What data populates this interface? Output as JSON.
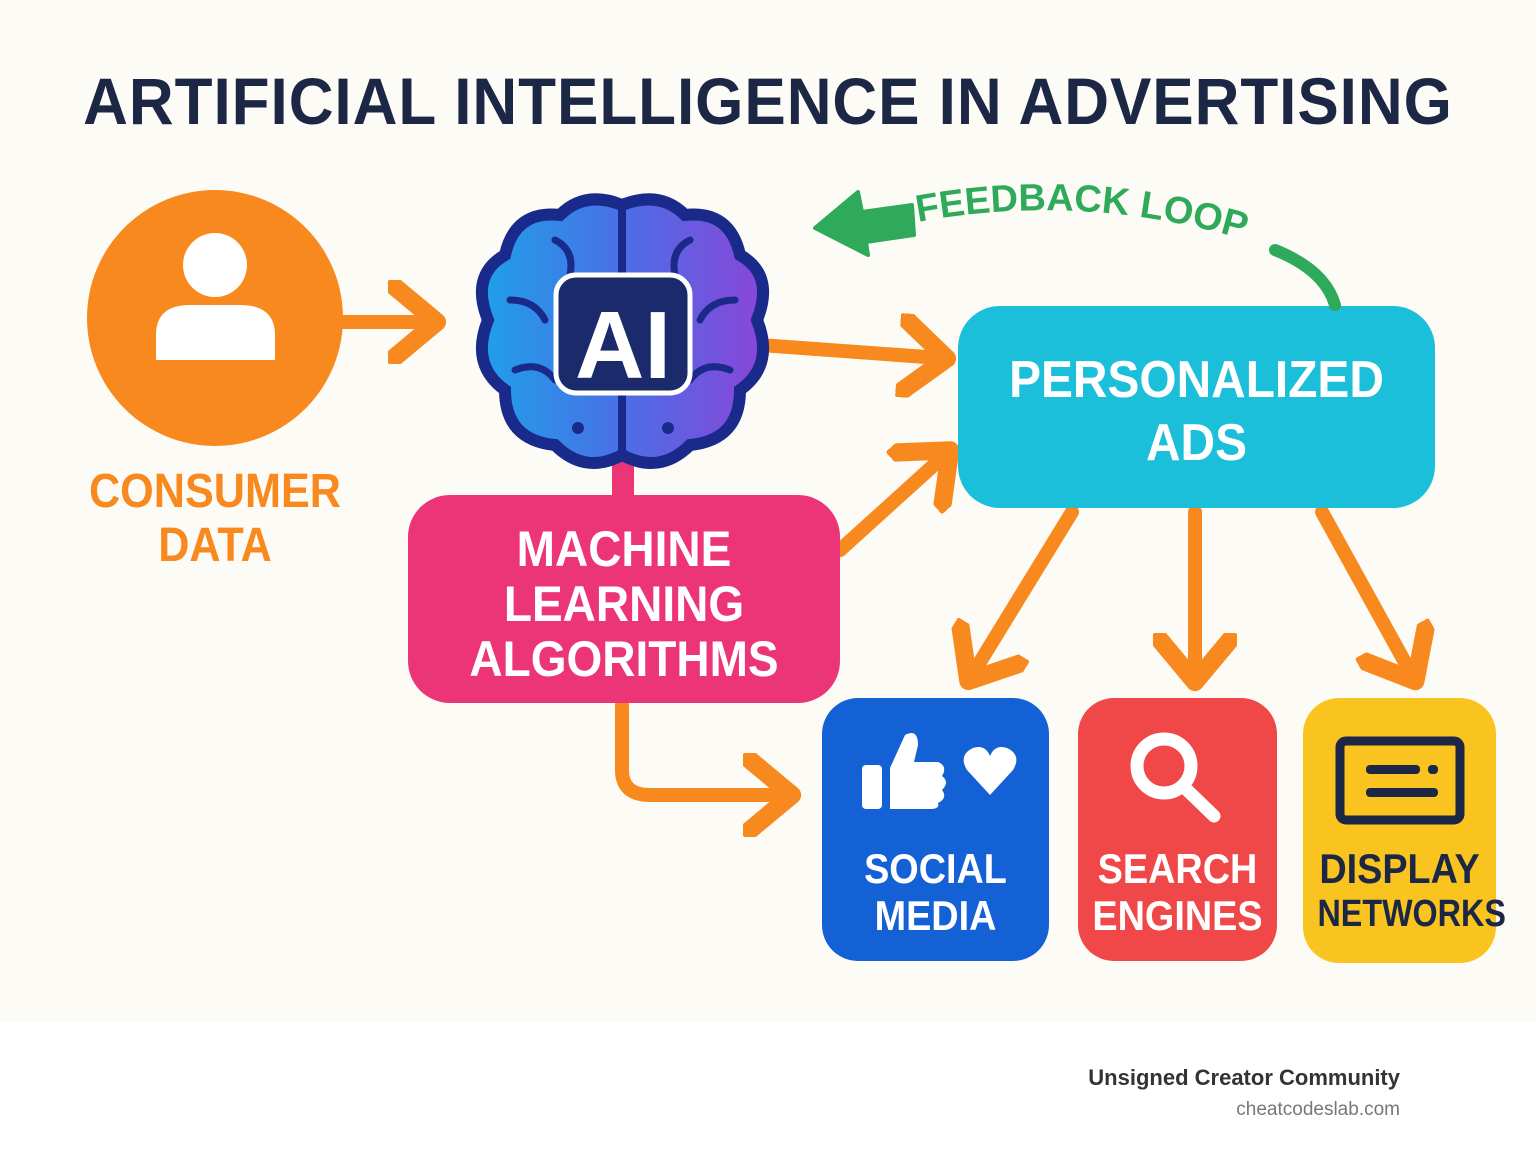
{
  "title": "ARTIFICIAL INTELLIGENCE IN ADVERTISING",
  "nodes": {
    "consumer_data": {
      "lines": [
        "CONSUMER",
        "DATA"
      ],
      "icon": "person-icon",
      "color": "#f7891f"
    },
    "ai_brain": {
      "label": "AI",
      "icon": "brain-icon"
    },
    "machine_learning": {
      "lines": [
        "MACHINE",
        "LEARNING",
        "ALGORITHMS"
      ],
      "color": "#ec3577"
    },
    "personalized_ads": {
      "lines": [
        "PERSONALIZED",
        "ADS"
      ],
      "color": "#1bbfd9"
    },
    "feedback_loop": {
      "label": "FEEDBACK LOOP",
      "color": "#2faa5a"
    },
    "social_media": {
      "lines": [
        "SOCIAL",
        "MEDIA"
      ],
      "icons": [
        "thumbs-up-icon",
        "heart-icon"
      ],
      "color": "#1461d6"
    },
    "search_engines": {
      "lines": [
        "SEARCH",
        "ENGINES"
      ],
      "icon": "magnifier-icon",
      "color": "#f04848"
    },
    "display_networks": {
      "lines": [
        "DISPLAY",
        "NETWORKS"
      ],
      "icon": "display-ad-icon",
      "color": "#f9c41f"
    }
  },
  "footer": {
    "org": "Unsigned Creator Community",
    "site": "cheatcodeslab.com"
  }
}
